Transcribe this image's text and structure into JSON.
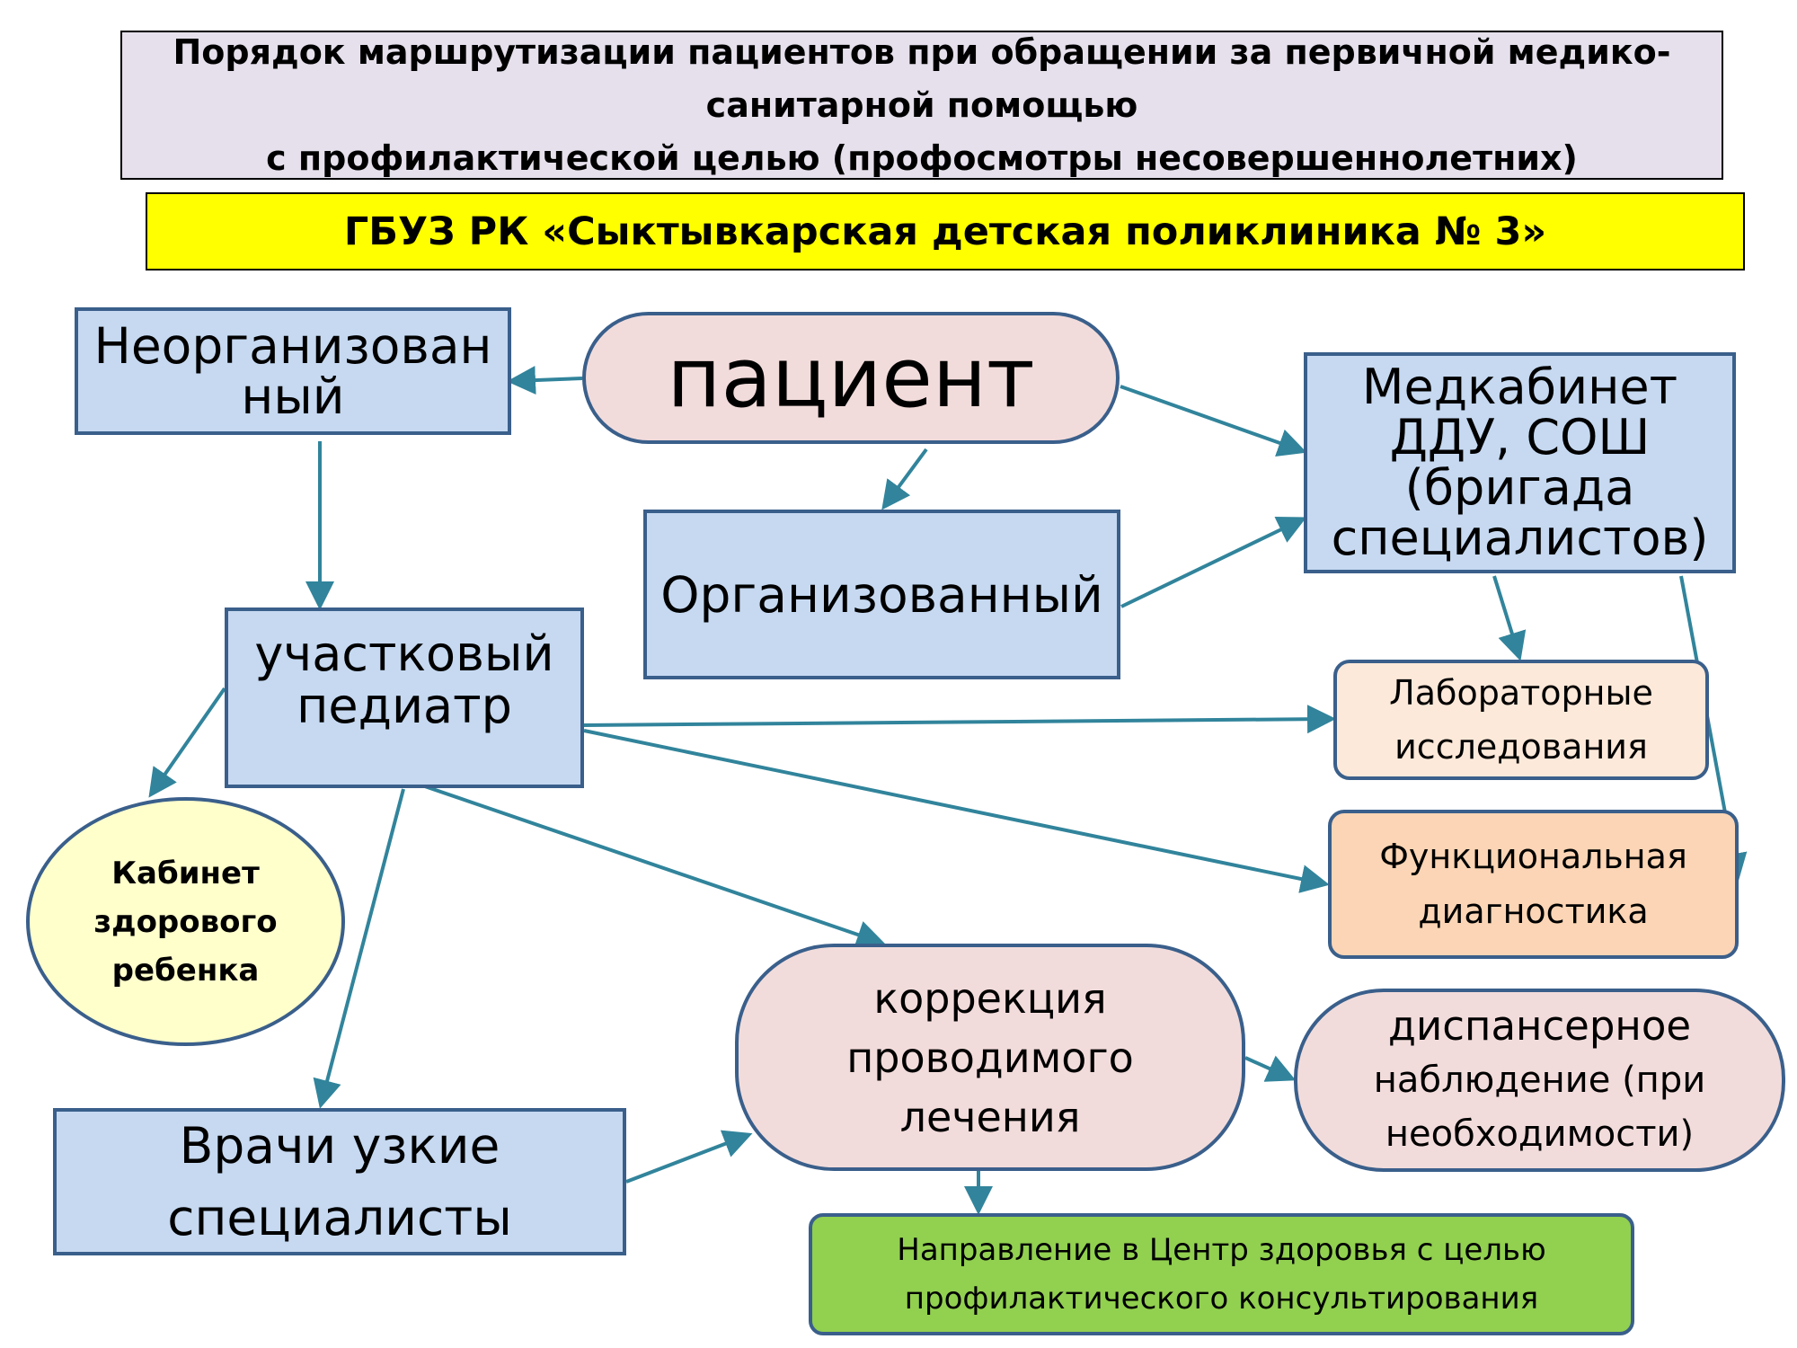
{
  "title": {
    "line1": "Порядок маршрутизации пациентов при обращении за первичной медико-",
    "line2": "санитарной помощью",
    "line3": "с профилактической целью (профосмотры несовершеннолетних)"
  },
  "organization": "ГБУЗ РК «Сыктывкарская детская поликлиника № 3»",
  "nodes": {
    "patient": "пациент",
    "unorganized": {
      "line1": "Неорганизован",
      "line2": "ный"
    },
    "organized": "Организованный",
    "medcabinet": {
      "line1": "Медкабинет",
      "line2": "ДДУ, СОШ",
      "line3": "(бригада",
      "line4": "специалистов)"
    },
    "pediatrician": {
      "line1": "участковый",
      "line2": "педиатр"
    },
    "lab": {
      "line1": "Лабораторные",
      "line2": "исследования"
    },
    "functional": {
      "line1": "Функциональная",
      "line2": "диагностика"
    },
    "healthy_child": {
      "line1": "Кабинет",
      "line2": "здорового",
      "line3": "ребенка"
    },
    "correction": {
      "line1": "коррекция",
      "line2": "проводимого",
      "line3": "лечения"
    },
    "dispensary": {
      "line1": "диспансерное",
      "line2": "наблюдение (при",
      "line3": "необходимости)"
    },
    "specialists": {
      "line1": "Врачи узкие",
      "line2": "специалисты"
    },
    "health_center": {
      "line1": "Направление в Центр здоровья с целью",
      "line2": "профилактического консультирования"
    }
  },
  "colors": {
    "arrow": "#31849b",
    "blue_box": "#c6d9f1",
    "pink_box": "#f2dcdb",
    "yellow_banner": "#ffff00",
    "title_bg": "#e6e0ec",
    "lab_bg": "#fde9d9",
    "functional_bg": "#fbd5b5",
    "healthy_child_bg": "#ffffcc",
    "health_center_bg": "#92d050"
  }
}
